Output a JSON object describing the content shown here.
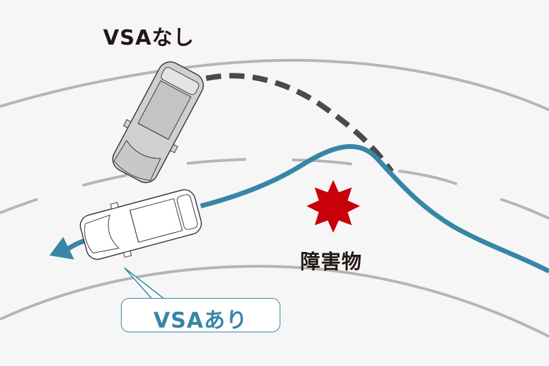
{
  "labels": {
    "without_vsa": "VSAなし",
    "with_vsa": "VSAあり",
    "obstacle": "障害物"
  },
  "icons": {
    "obstacle": "starburst-icon",
    "direction": "arrow-left-icon"
  },
  "colors": {
    "background": "#f6f6f6",
    "road_line": "#b5b5b5",
    "vsa_path": "#3786a6",
    "no_vsa_path": "#4a4a4a",
    "obstacle": "#c8000a",
    "text": "#231815",
    "car_no_vsa_fill": "#cfcfcf",
    "car_vsa_fill": "#ffffff"
  }
}
